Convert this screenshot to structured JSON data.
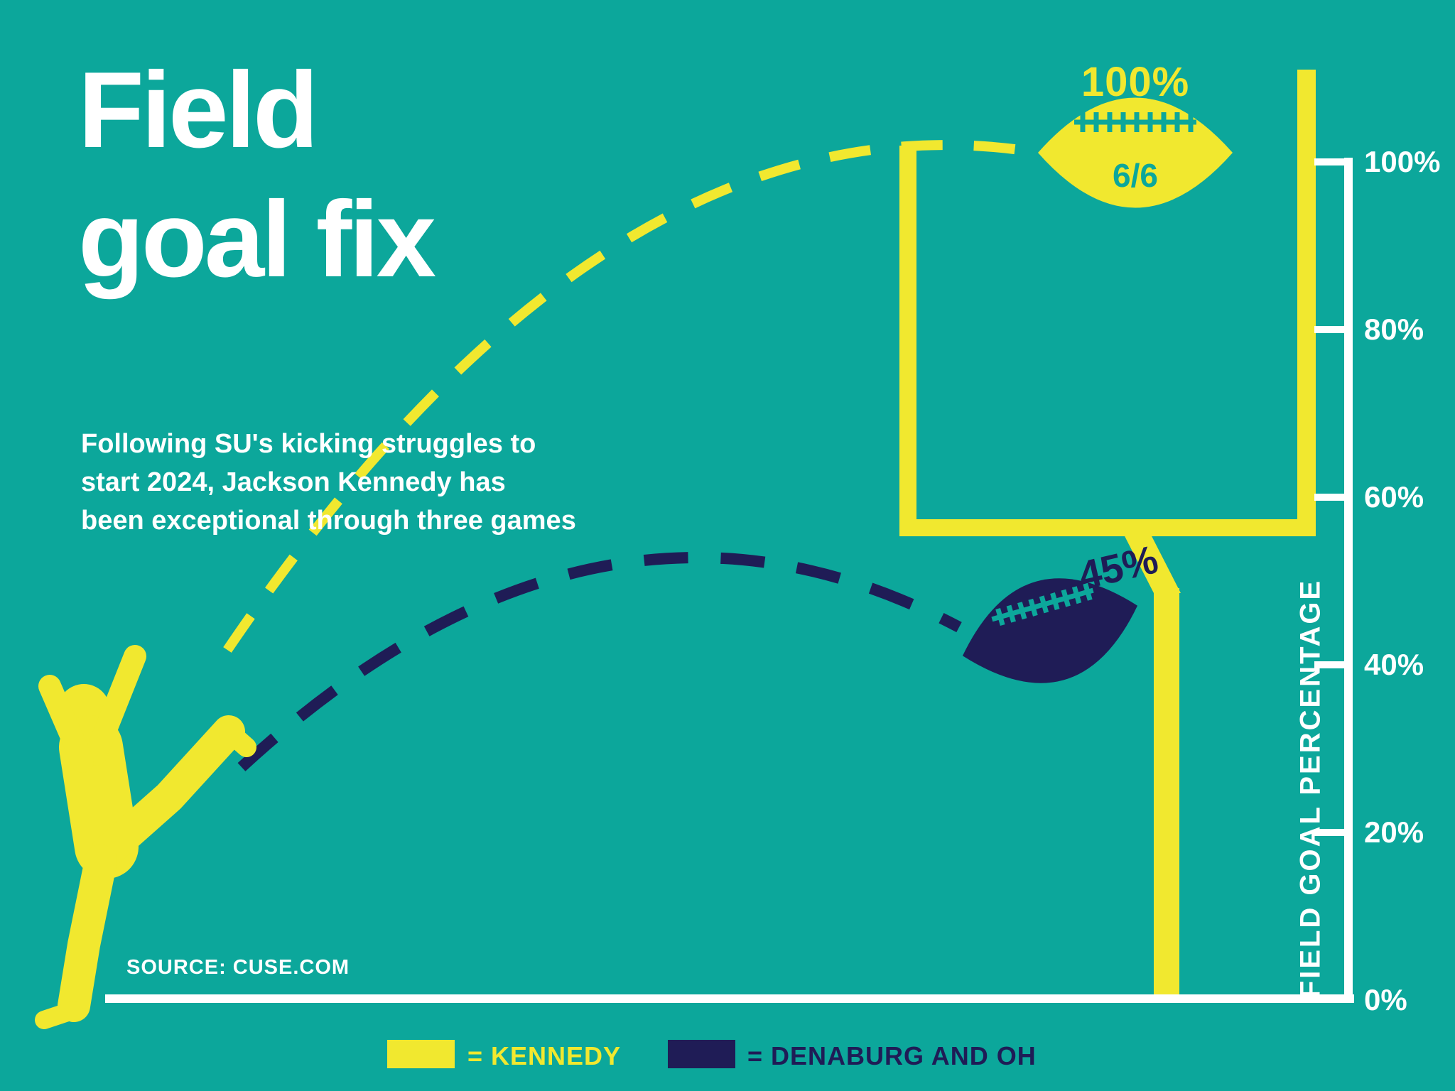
{
  "colors": {
    "background": "#0CA79B",
    "yellow": "#F1E82F",
    "navy": "#1F1C56",
    "white": "#FFFFFF"
  },
  "title": {
    "line1": "Field",
    "line2": "goal fix"
  },
  "subtitle": {
    "lines": [
      "Following SU's kicking struggles to",
      "start 2024, Jackson Kennedy has",
      "been exceptional through three games"
    ]
  },
  "kennedy": {
    "pct_label": "100%",
    "made_attempts": "6/6"
  },
  "denaburg_oh": {
    "pct_label": "45%"
  },
  "axis": {
    "title": "FIELD GOAL PERCENTAGE",
    "ticks": [
      "100%",
      "80%",
      "60%",
      "40%",
      "20%",
      "0%"
    ]
  },
  "source": "SOURCE: CUSE.COM",
  "legend": {
    "kennedy": "= KENNEDY",
    "denaburg_oh": "= DENABURG AND OH"
  },
  "chart_data": {
    "type": "scatter",
    "title": "Field goal fix",
    "subtitle": "Following SU's kicking struggles to start 2024, Jackson Kennedy has been exceptional through three games",
    "xlabel": "",
    "ylabel": "FIELD GOAL PERCENTAGE",
    "ylim": [
      0,
      100
    ],
    "yticks": [
      0,
      20,
      40,
      60,
      80,
      100
    ],
    "series": [
      {
        "name": "Kennedy",
        "field_goal_pct": 100,
        "made": 6,
        "attempts": 6,
        "label": "100%",
        "detail": "6/6",
        "color": "#F1E82F"
      },
      {
        "name": "Denaburg and Oh",
        "field_goal_pct": 45,
        "label": "45%",
        "color": "#1F1C56"
      }
    ],
    "legend_position": "bottom",
    "grid": false,
    "source": "CUSE.COM"
  }
}
